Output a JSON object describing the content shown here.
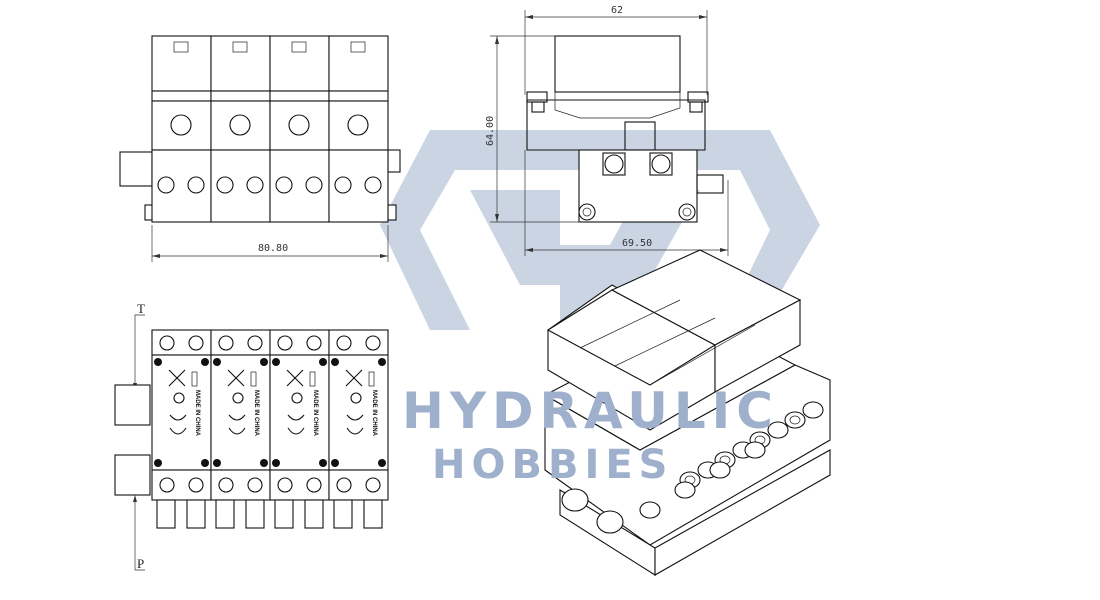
{
  "dimensions": {
    "front_width": "80.80",
    "side_top_width": "62",
    "side_height": "64.00",
    "side_bottom_width": "69.50"
  },
  "ports": {
    "tank": "T",
    "pressure": "P"
  },
  "module_label": "MADE IN CHINA",
  "module_count": 4,
  "watermark": {
    "line1": "HYDRAULIC",
    "line2": "HOBBIES"
  },
  "colors": {
    "line": "#111111",
    "dimension": "#333333",
    "watermark": "#9fb0cc"
  }
}
